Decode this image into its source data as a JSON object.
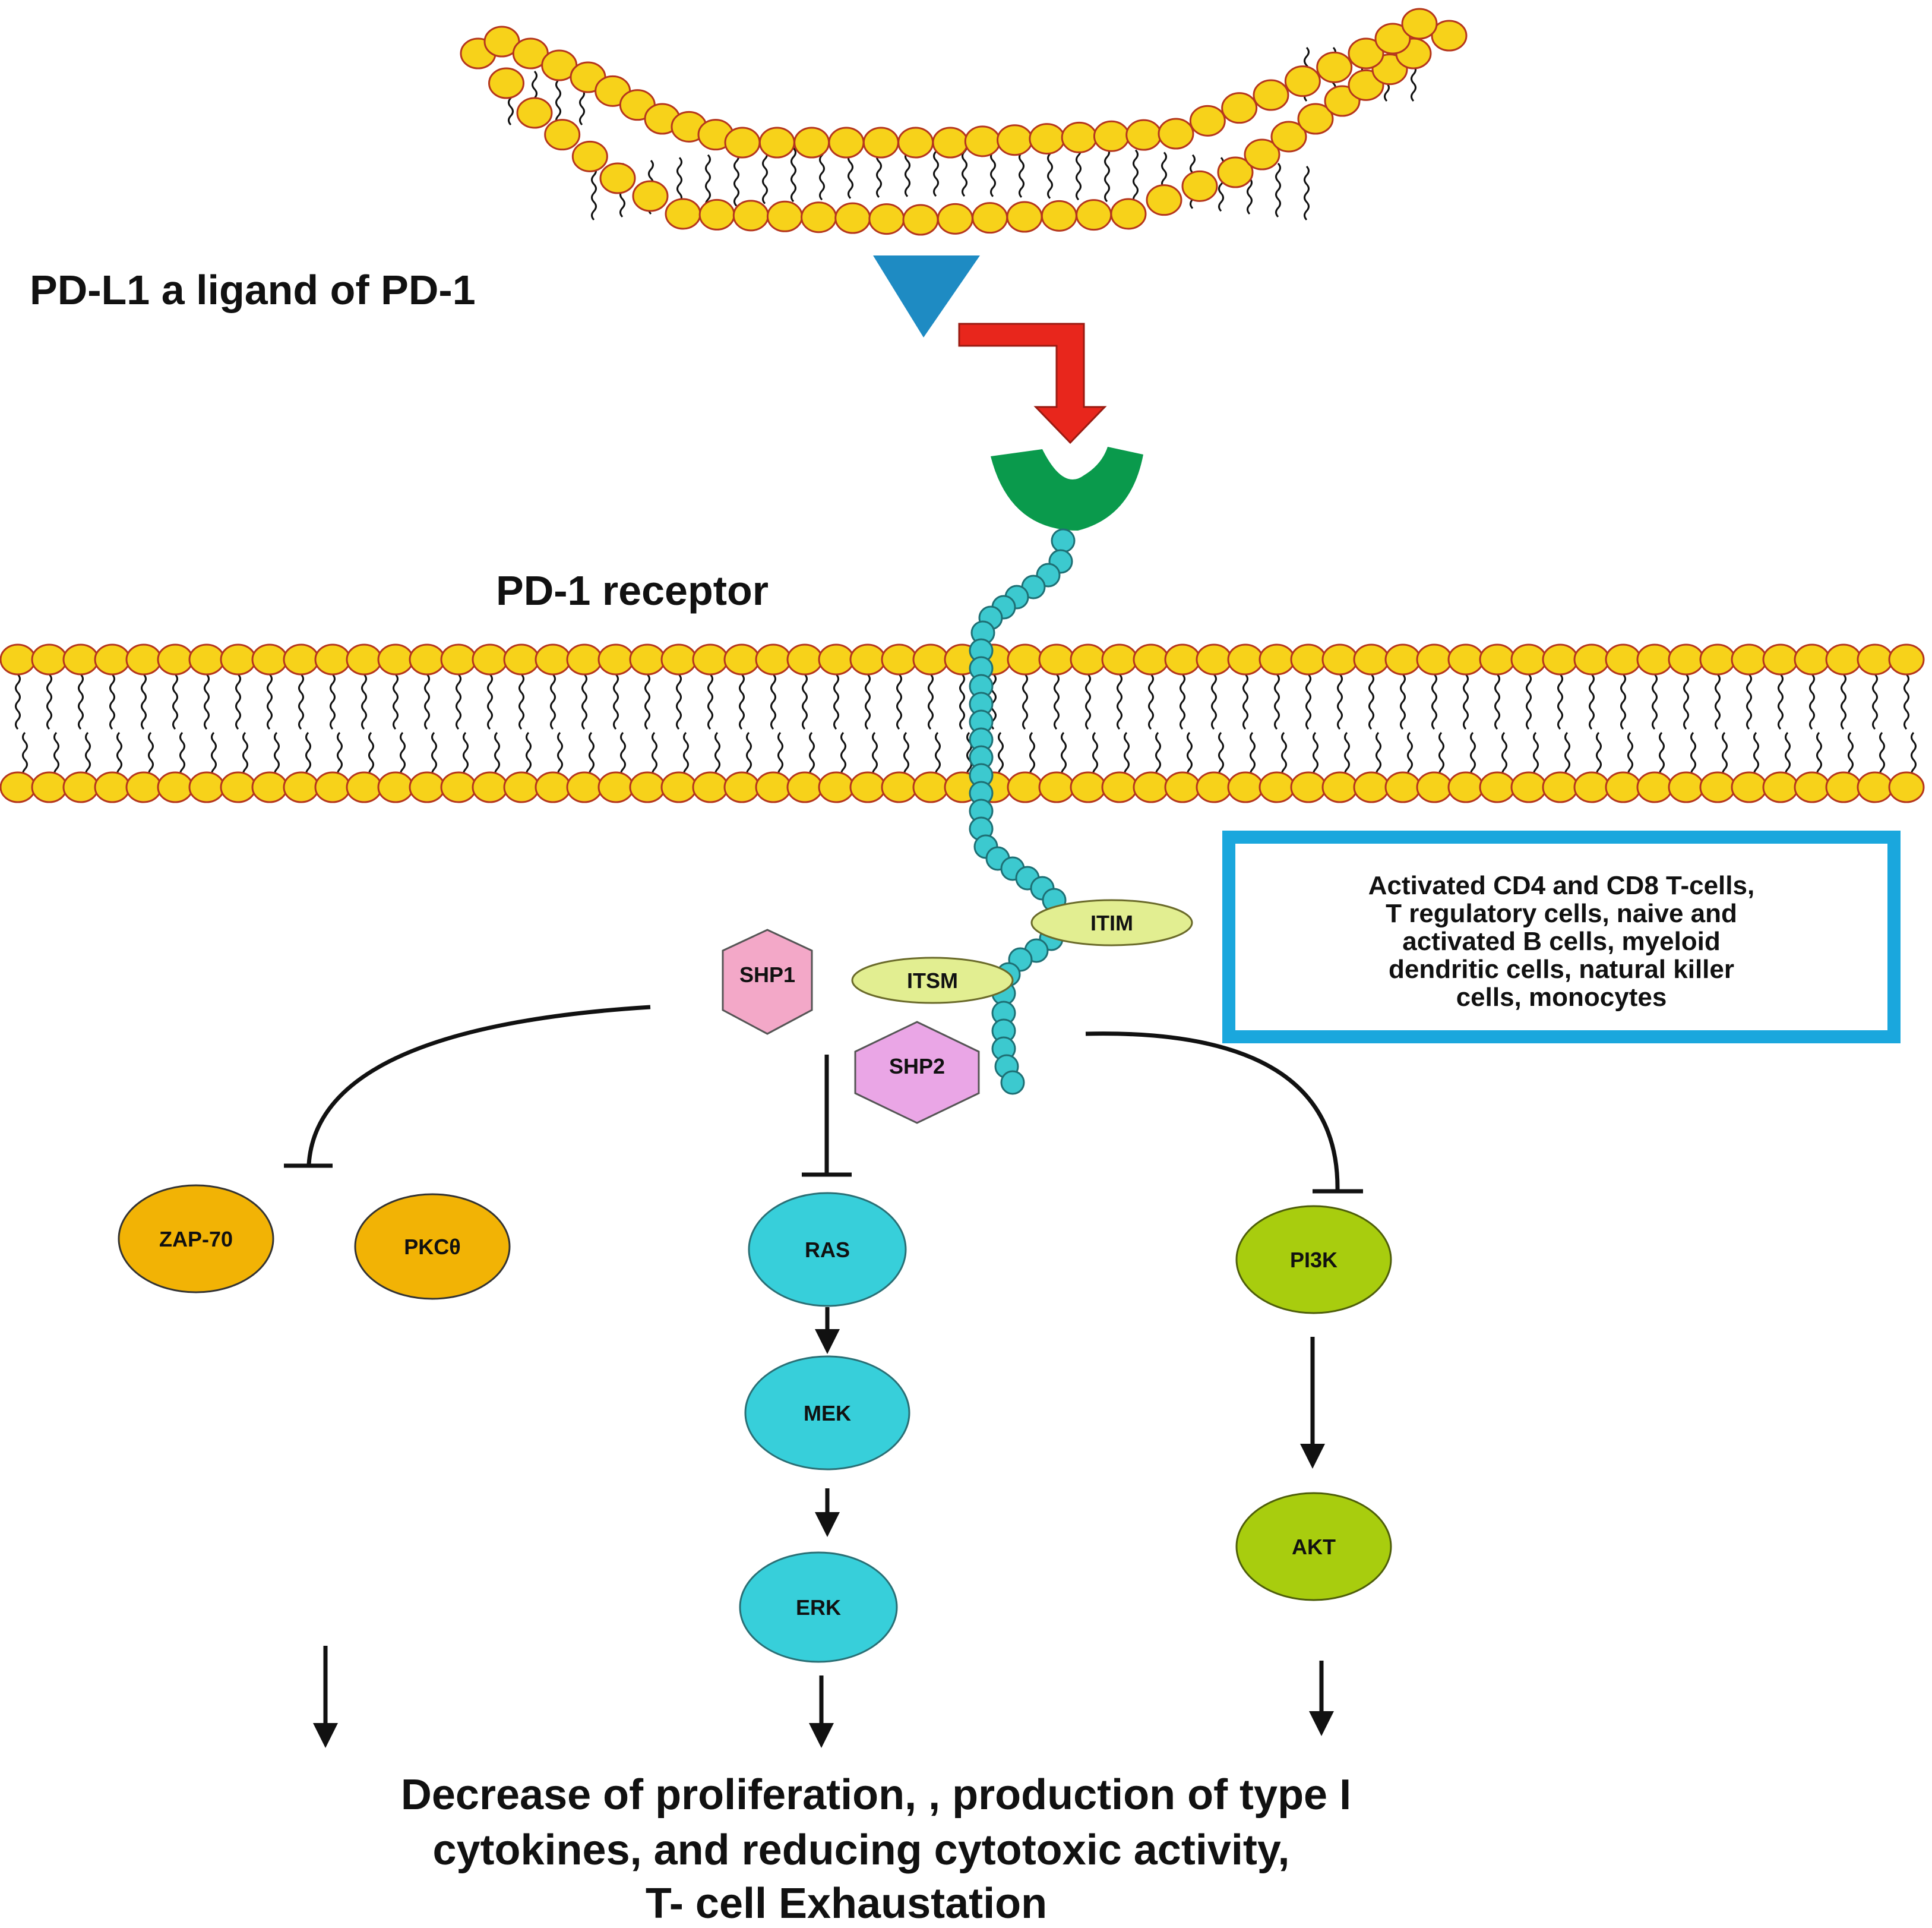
{
  "labels": {
    "ligand_title": "PD-L1 a ligand of PD-1",
    "receptor_title": "PD-1 receptor"
  },
  "motifs": {
    "itim": "ITIM",
    "itsm": "ITSM"
  },
  "phosphatases": {
    "shp1": "SHP1",
    "shp2": "SHP2"
  },
  "pathway_left": {
    "zap70": "ZAP-70",
    "pkc": "PKCθ"
  },
  "pathway_middle": {
    "ras": "RAS",
    "mek": "MEK",
    "erk": "ERK"
  },
  "pathway_right": {
    "pi3k": "PI3K",
    "akt": "AKT"
  },
  "cell_types": {
    "lines": [
      "Activated CD4 and CD8 T-cells,",
      "T regulatory cells, naive and",
      "activated B cells, myeloid",
      "dendritic cells, natural killer",
      "cells, monocytes"
    ]
  },
  "outcome": {
    "lines": [
      "Decrease of proliferation, , production of type I",
      "cytokines, and reducing cytotoxic activity,",
      "T- cell Exhaustation"
    ]
  },
  "colors": {
    "lipid_head": "#f7d21a",
    "lipid_outline": "#b5361d",
    "ligand": "#1e8bc3",
    "binding_arrow": "#e8261c",
    "receptor_head": "#0a9a4c",
    "receptor_bead": "#3cc9cf",
    "motif": "#e2ee91",
    "shp1": "#f3a8c8",
    "shp2": "#eaa6e6",
    "orange_node": "#f2b305",
    "cyan_node": "#37cfda",
    "green_node": "#a8cd0e",
    "box_border": "#1aa7dd"
  }
}
